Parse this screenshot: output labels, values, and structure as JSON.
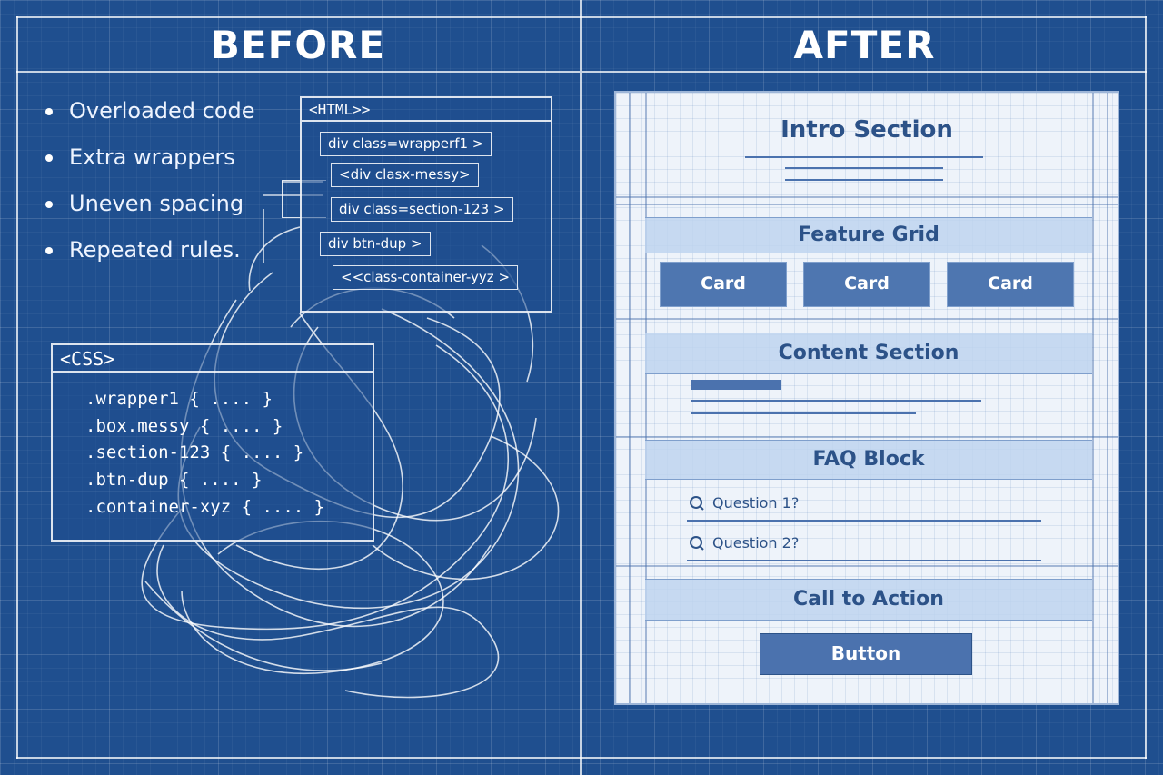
{
  "before": {
    "heading": "BEFORE",
    "bullets": [
      "Overloaded code",
      "Extra wrappers",
      "Uneven spacing",
      "Repeated rules."
    ],
    "html_box": {
      "title": "<HTML>>",
      "tags": [
        "div class=wrapperf1 >",
        "<div clasx-messy>",
        "div class=section-123 >",
        "div btn-dup >",
        "<<class-container-yyz >"
      ]
    },
    "css_box": {
      "title": "<CSS>",
      "rules": [
        ".wrapper1 { .... }",
        ".box.messy { .... }",
        ".section-123 { .... }",
        ".btn-dup { .... }",
        ".container-xyz { .... }"
      ]
    }
  },
  "after": {
    "heading": "AFTER",
    "intro_title": "Intro Section",
    "feature_grid": {
      "title": "Feature Grid",
      "cards": [
        "Card",
        "Card",
        "Card"
      ]
    },
    "content_section": {
      "title": "Content Section"
    },
    "faq_block": {
      "title": "FAQ Block",
      "questions": [
        "Question 1?",
        "Question 2?"
      ]
    },
    "call_to_action": {
      "title": "Call to Action",
      "button_label": "Button"
    }
  },
  "colors": {
    "blueprint_background": "#1f4f8f",
    "wireframe_accent": "#4b72ae",
    "wireframe_text": "#2c5288"
  },
  "icons": {
    "faq_question_icon": "search-icon"
  }
}
